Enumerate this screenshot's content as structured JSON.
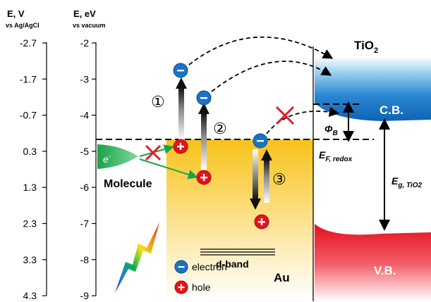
{
  "axes": {
    "left": {
      "title": "E, V",
      "subtitle": "vs Ag/AgCl",
      "ticks": [
        "-2.7",
        "-1.7",
        "-0.7",
        "0.3",
        "1.3",
        "2.3",
        "3.3",
        "4.3"
      ]
    },
    "right": {
      "title": "E, eV",
      "subtitle": "vs vacuum",
      "ticks": [
        "-2",
        "-3",
        "-4",
        "-5",
        "-6",
        "-7",
        "-8",
        "-9"
      ]
    }
  },
  "labels": {
    "tio2": "TiO",
    "tio2_sub": "2",
    "cb": "C.B.",
    "vb": "V.B.",
    "phi": "Φ",
    "phi_sub": "B",
    "ef": "E",
    "ef_sub": "F, redox",
    "eg": "E",
    "eg_sub": "g, TiO2",
    "molecule": "Molecule",
    "e_minus": "e",
    "e_minus_sup": "-",
    "dband": "d-band",
    "au": "Au",
    "step1": "①",
    "step2": "②",
    "step3": "③"
  },
  "legend": {
    "electron": "electron",
    "hole": "hole"
  },
  "colors": {
    "au_gold": "#f7c21a",
    "tio2_cb": "#1677c9",
    "tio2_vb": "#e5101f",
    "electron": "#1b73c4",
    "hole": "#e3131b",
    "molecule": "#1aa34a",
    "cross": "#e21b23"
  }
}
